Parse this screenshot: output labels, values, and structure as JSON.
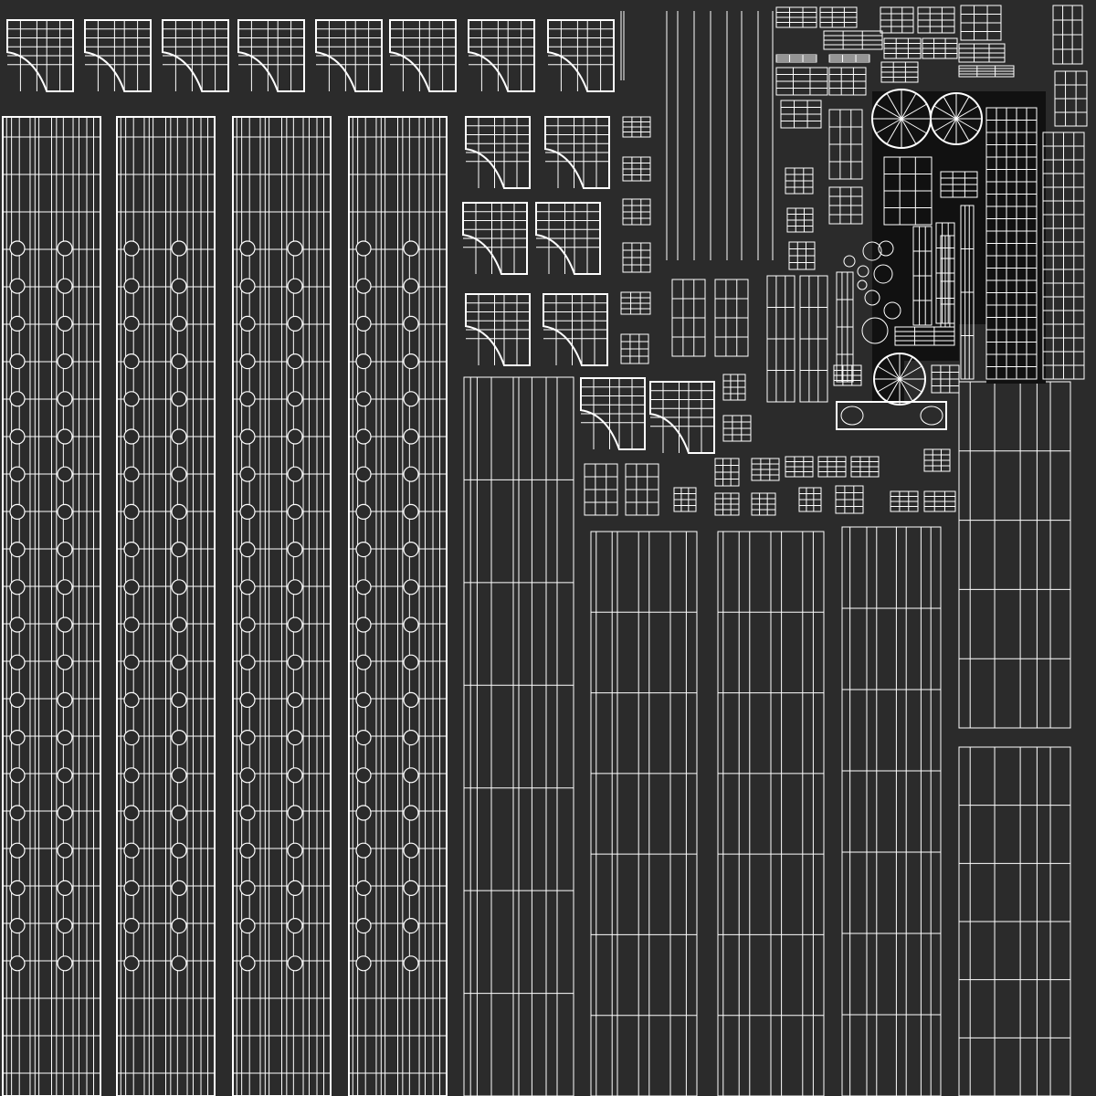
{
  "colors": {
    "background": "#2b2b2b",
    "wire": "#ffffff",
    "dark_region": "#111111"
  },
  "uv_layout": {
    "tall_strips_with_holes": 4,
    "shield_islands_top_row": 8,
    "plank_panels": 6
  }
}
